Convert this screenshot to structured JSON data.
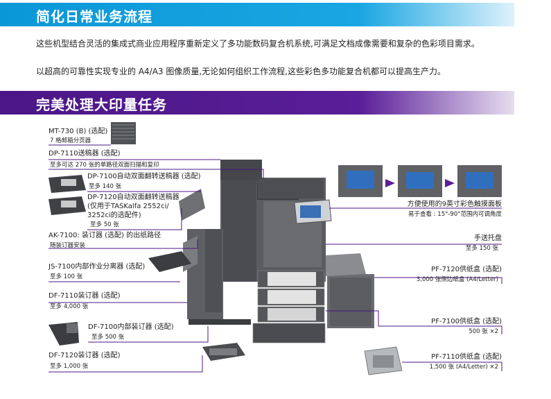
{
  "sections": {
    "workflow": {
      "title": "简化日常业务流程"
    },
    "tasks": {
      "title": "完美处理大印量任务"
    }
  },
  "intro": {
    "paragraph1": "这些机型结合灵活的集成式商业应用程序重新定义了多功能数码复合机系统,可满足文档成像需要和复杂的色彩项目需求。",
    "paragraph2": "以超高的可靠性实现专业的 A4/A3 图像质量,无论如何组织工作流程,这些彩色多功能复合机都可以提高生产力。"
  },
  "options_left": [
    {
      "id": "mt730",
      "name": "MT-730 (B) (选配)",
      "desc": "7 格邮箱分页器"
    },
    {
      "id": "dp7110",
      "name": "DP-7110送稿器 (选配)",
      "desc": "至多可达 270 张的单路径双面扫描和复印"
    },
    {
      "id": "dp7100",
      "name": "DP-7100自动双面翻转送稿器 (选配)",
      "desc": "至多 140 张"
    },
    {
      "id": "dp7120",
      "name": "DP-7120自动双面翻转送稿器",
      "name2": "(仅用于TASKalfa 2552ci/",
      "name3": "3252ci的选配件)",
      "desc": "至多 50 张"
    },
    {
      "id": "ak7100",
      "name": "AK-7100: 装订器 (选配) 的出纸路径",
      "desc": "随装订器安装"
    },
    {
      "id": "js7100",
      "name": "JS-7100内部作业分离器 (选配)",
      "desc": "至多 100 张"
    },
    {
      "id": "df7110",
      "name": "DF-7110装订器 (选配)",
      "desc": "至多 4,000 张"
    },
    {
      "id": "df7100",
      "name": "DF-7100内部装订器 (选配)",
      "desc": "至多 500 张"
    },
    {
      "id": "df7120",
      "name": "DF-7120装订器 (选配)",
      "desc": "至多 1,000 张"
    }
  ],
  "options_right": [
    {
      "id": "panel",
      "name": "方便使用的9英寸彩色触摸面板",
      "desc": "易于查看 : 15°-90°范围内可调角度"
    },
    {
      "id": "bypass",
      "name": "手送托盘",
      "desc": "至多 150 张"
    },
    {
      "id": "pf7120",
      "name": "PF-7120供纸盒 (选配)",
      "desc": "3,000 张侧边纸盒 (A4/Letter)"
    },
    {
      "id": "pf7100",
      "name": "PF-7100供纸盒 (选配)",
      "desc": "500 张 ×2"
    },
    {
      "id": "pf7110",
      "name": "PF-7110供纸盒 (选配)",
      "desc": "1,500 张 (A4/Letter) ×2"
    }
  ],
  "colors": {
    "blue_banner": "#0a97d8",
    "purple_banner": "#4b1687",
    "line": "#4b1687"
  }
}
